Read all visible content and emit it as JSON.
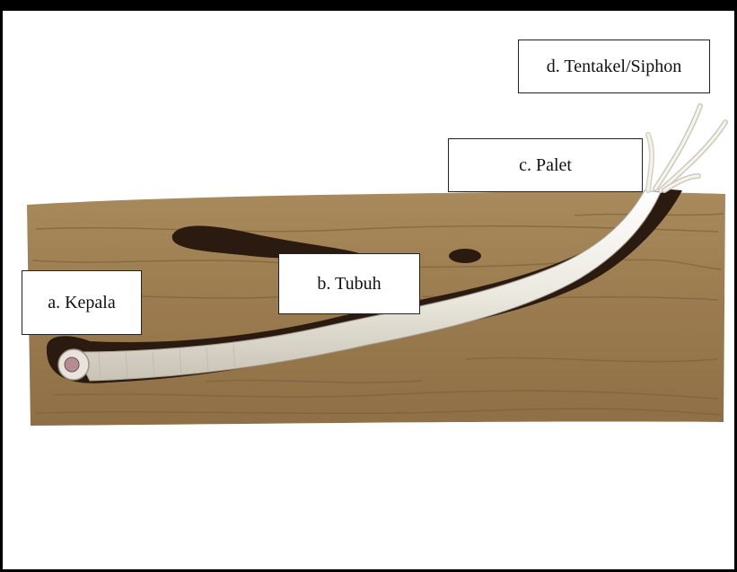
{
  "labels": {
    "a": "a. Kepala",
    "b": "b. Tubuh",
    "c": "c. Palet",
    "d": "d. Tentakel/Siphon"
  },
  "colors": {
    "wood": "#9a7b4f",
    "wood_dark": "#7d613a",
    "tunnel": "#2b1a10",
    "worm_body": "#ece9e0",
    "frame": "#000000"
  }
}
